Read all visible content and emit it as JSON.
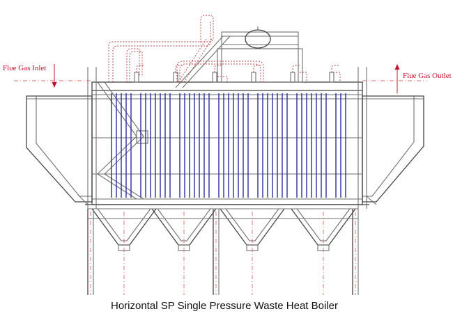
{
  "labels": {
    "inlet": "Flue Gas Inlet",
    "outlet": "Flue Gas Outlet",
    "caption": "Horizontal SP Single Pressure Waste Heat Boiler"
  },
  "colors": {
    "tube": "#2b2f9a",
    "structure": "#6f6f6f",
    "pipe": "#b23a3a",
    "label": "#c8102e"
  }
}
